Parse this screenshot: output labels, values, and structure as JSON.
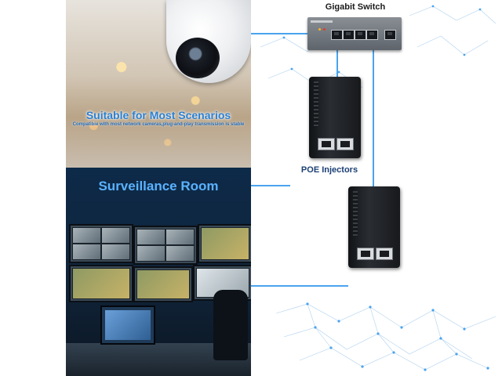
{
  "left_panel": {
    "mall_scene": {
      "title": "Suitable for Most Scenarios",
      "subtitle": "Compatible with most network cameras,plug-and-play transmission is stable"
    },
    "room_scene": {
      "title": "Surveillance Room"
    }
  },
  "diagram": {
    "switch_label": "Gigabit Switch",
    "injector_label": "POE Injectors",
    "line_color": "#4aa3ee",
    "label_color": "#1a3f74"
  },
  "colors": {
    "mall_title": "#2a7fd1",
    "room_title": "#5ab2ff",
    "room_background": "#0d2a49"
  }
}
